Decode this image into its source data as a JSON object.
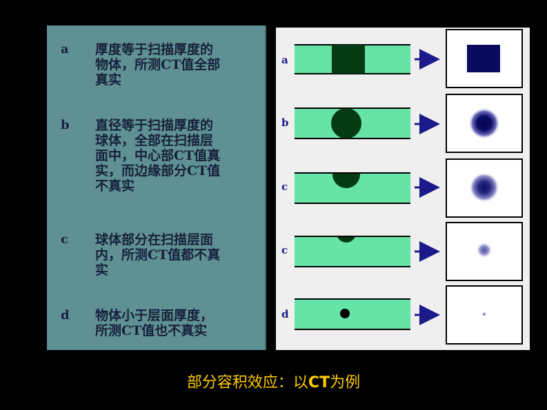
{
  "items": [
    {
      "letter": "a",
      "text": "厚度等于扫描厚度的\n物体，所测CT值全部\n真实"
    },
    {
      "letter": "b",
      "text": "直径等于扫描厚度的\n球体，全部在扫描层\n面中，中心部CT值真\n实，而边缘部分CT值\n不真实"
    },
    {
      "letter": "c",
      "text": "球体部分在扫描层面\n内，所测CT值都不真\n实"
    },
    {
      "letter": "d",
      "text": "物体小于层面厚度，\n所测CT值也不真实"
    }
  ],
  "diagram_labels": [
    "a",
    "b",
    "c",
    "c",
    "d"
  ],
  "caption": {
    "prefix": "部分容积效应：以",
    "bold": "CT",
    "suffix": "为例"
  },
  "colors": {
    "slab": "#66e3a6",
    "object": "#063a12",
    "result": "#0a0a5e",
    "arrow": "#1a1a8a"
  }
}
